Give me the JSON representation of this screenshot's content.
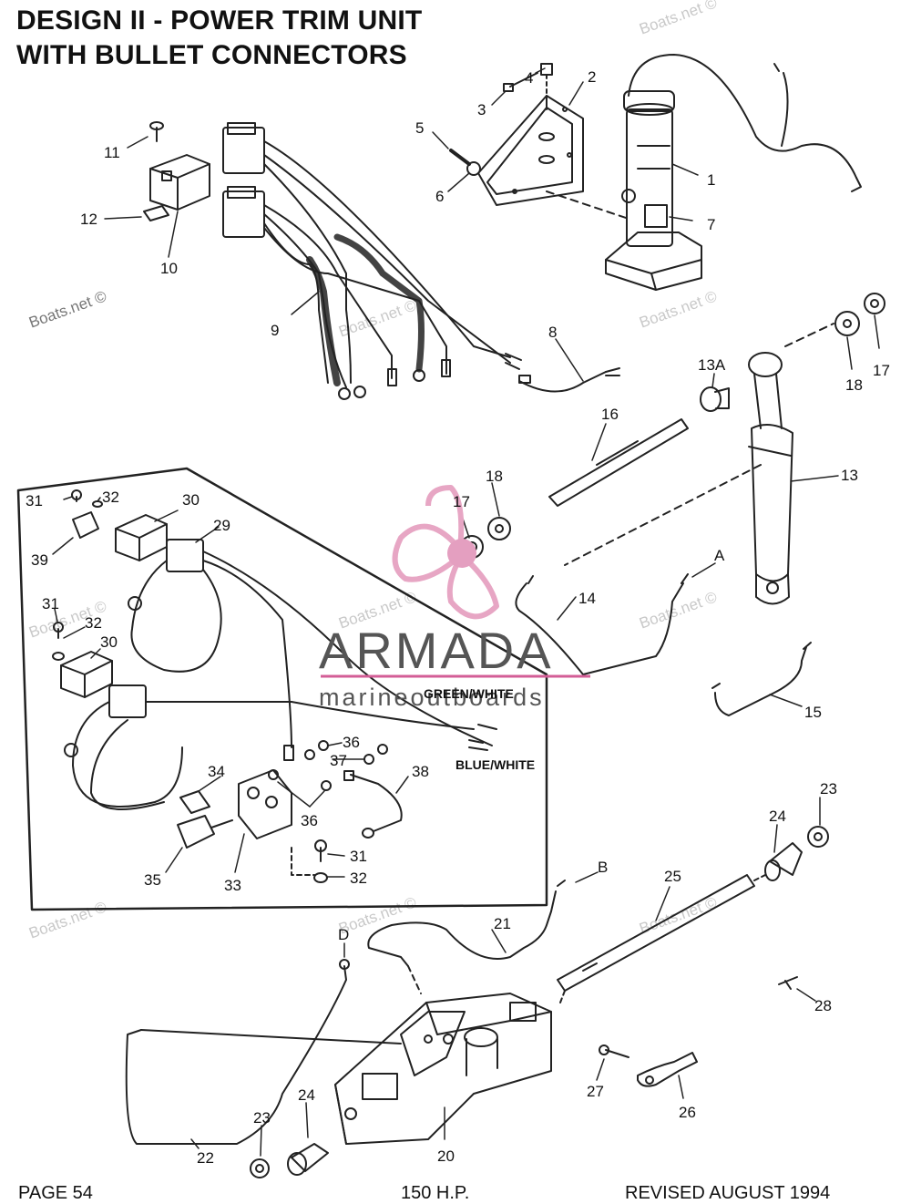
{
  "title": {
    "line1": "DESIGN II - POWER TRIM UNIT",
    "line2": "WITH BULLET CONNECTORS"
  },
  "footer": {
    "left": "PAGE 54",
    "center": "150 H.P.",
    "right": "REVISED AUGUST 1994"
  },
  "watermark": {
    "text": "Boats.net ©",
    "brand_name": "ARMADA",
    "brand_sub": "marineoutboards"
  },
  "wire_labels": {
    "green_white": "GREEN/WHITE",
    "blue_white": "BLUE/WHITE"
  },
  "callouts": {
    "c1": "1",
    "c2": "2",
    "c3": "3",
    "c4": "4",
    "c5": "5",
    "c6": "6",
    "c7": "7",
    "c8": "8",
    "c9": "9",
    "c10": "10",
    "c11": "11",
    "c12": "12",
    "c13": "13",
    "c13a": "13A",
    "c14": "14",
    "c15": "15",
    "c16": "16",
    "c17a": "17",
    "c17b": "17",
    "c18a": "18",
    "c18b": "18",
    "c20": "20",
    "c21": "21",
    "c22": "22",
    "c23a": "23",
    "c23b": "23",
    "c24a": "24",
    "c24b": "24",
    "c25": "25",
    "c26": "26",
    "c27": "27",
    "c28": "28",
    "c29": "29",
    "c30a": "30",
    "c30b": "30",
    "c31a": "31",
    "c31b": "31",
    "c31c": "31",
    "c32a": "32",
    "c32b": "32",
    "c32c": "32",
    "c33": "33",
    "c34": "34",
    "c35": "35",
    "c36a": "36",
    "c36b": "36",
    "c37": "37",
    "c38": "38",
    "c39": "39",
    "ca": "A",
    "cb": "B",
    "cd": "D"
  }
}
